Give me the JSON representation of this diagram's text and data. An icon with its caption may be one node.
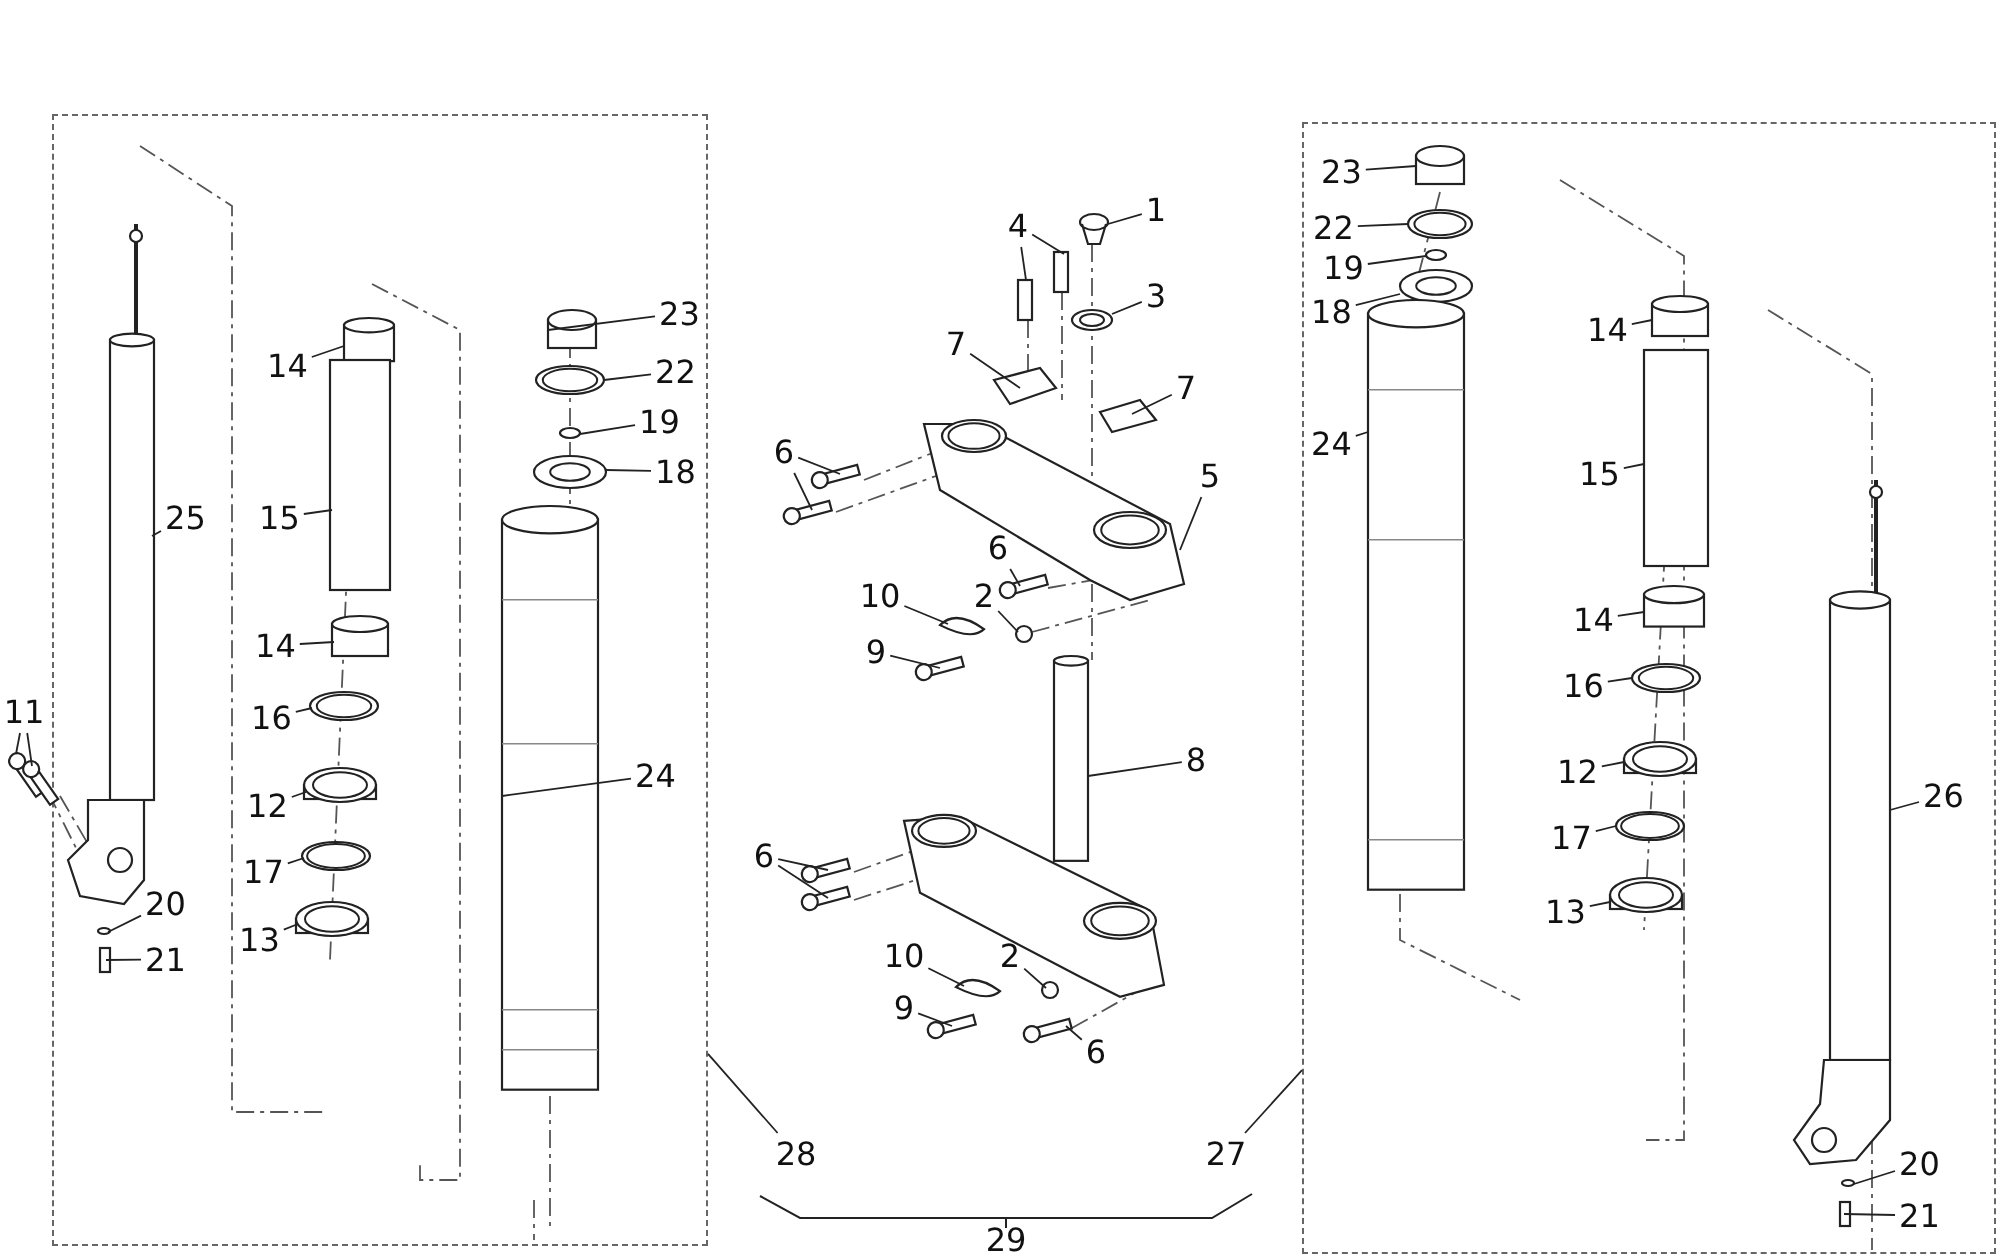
{
  "diagram": {
    "nodes": [
      {
        "text": [],
        "shape": "box"
      },
      {
        "text": [
          "25"
        ],
        "in": 0
      },
      {
        "text": [
          "14"
        ],
        "in": 0
      },
      {
        "text": [
          "15"
        ],
        "in": 0
      },
      {
        "text": [
          "14"
        ],
        "in": 0
      },
      {
        "text": [
          "16"
        ],
        "in": 0
      },
      {
        "text": [
          "12"
        ],
        "in": 0
      },
      {
        "text": [
          "17"
        ],
        "in": 0
      },
      {
        "text": [
          "13"
        ],
        "in": 0
      },
      {
        "text": [
          "24"
        ],
        "in": 0
      },
      {
        "text": [
          "23"
        ],
        "in": 0
      },
      {
        "text": [
          "22"
        ],
        "in": 0
      },
      {
        "text": [
          "19"
        ],
        "in": 0
      },
      {
        "text": [
          "18"
        ],
        "in": 0
      },
      {
        "text": [
          "20"
        ],
        "in": 0
      },
      {
        "text": [
          "21"
        ],
        "in": 0
      },
      {
        "text": [
          "11"
        ]
      },
      {
        "text": [
          "1"
        ]
      },
      {
        "text": [
          "4"
        ]
      },
      {
        "text": [
          "3"
        ]
      },
      {
        "text": [
          "7"
        ]
      },
      {
        "text": [
          "7"
        ]
      },
      {
        "text": [
          "5"
        ]
      },
      {
        "text": [
          "6"
        ]
      },
      {
        "text": [
          "6"
        ]
      },
      {
        "text": [
          "10"
        ]
      },
      {
        "text": [
          "2"
        ]
      },
      {
        "text": [
          "9"
        ]
      },
      {
        "text": [
          "8"
        ]
      },
      {
        "text": [
          "6"
        ]
      },
      {
        "text": [
          "10"
        ]
      },
      {
        "text": [
          "2"
        ]
      },
      {
        "text": [
          "9"
        ]
      },
      {
        "text": [
          "6"
        ]
      },
      {
        "text": [
          "28"
        ]
      },
      {
        "text": [
          "27"
        ]
      },
      {
        "text": [],
        "shape": "box"
      },
      {
        "text": [
          "23"
        ],
        "in": 36
      },
      {
        "text": [
          "22"
        ],
        "in": 36
      },
      {
        "text": [
          "19"
        ],
        "in": 36
      },
      {
        "text": [
          "18"
        ],
        "in": 36
      },
      {
        "text": [
          "24"
        ],
        "in": 36
      },
      {
        "text": [
          "14"
        ],
        "in": 36
      },
      {
        "text": [
          "15"
        ],
        "in": 36
      },
      {
        "text": [
          "14"
        ],
        "in": 36
      },
      {
        "text": [
          "16"
        ],
        "in": 36
      },
      {
        "text": [
          "12"
        ],
        "in": 36
      },
      {
        "text": [
          "17"
        ],
        "in": 36
      },
      {
        "text": [
          "13"
        ],
        "in": 36
      },
      {
        "text": [
          "26"
        ],
        "in": 36
      },
      {
        "text": [
          "20"
        ],
        "in": 36
      },
      {
        "text": [
          "21"
        ],
        "in": 36
      },
      {
        "text": [],
        "shape": "picture",
        "in": 0
      },
      {
        "text": [],
        "shape": "cylinder",
        "in": 0
      },
      {
        "text": [],
        "shape": "box",
        "in": 0
      },
      {
        "text": [],
        "shape": "cylinder",
        "in": 0
      },
      {
        "text": [],
        "shape": "circle",
        "in": 0
      },
      {
        "text": [],
        "shape": "cylinder",
        "in": 0
      },
      {
        "text": [],
        "shape": "circle",
        "in": 0
      },
      {
        "text": [],
        "shape": "cylinder",
        "in": 0
      },
      {
        "text": [],
        "shape": "cylinder",
        "in": 0
      },
      {
        "text": [],
        "shape": "cylinder",
        "in": 0
      },
      {
        "text": [],
        "shape": "circle",
        "in": 0
      },
      {
        "text": [],
        "shape": "circle",
        "in": 0
      },
      {
        "text": [],
        "shape": "circle",
        "in": 0
      },
      {
        "text": [],
        "shape": "circle",
        "in": 0
      },
      {
        "text": [],
        "shape": "bar",
        "in": 0
      },
      {
        "text": [],
        "shape": "bar"
      },
      {
        "text": [],
        "shape": "bar"
      },
      {
        "text": [],
        "shape": "cylinder"
      },
      {
        "text": [],
        "shape": "bar"
      },
      {
        "text": [],
        "shape": "bar"
      },
      {
        "text": [],
        "shape": "circle"
      },
      {
        "text": [],
        "shape": "box"
      },
      {
        "text": [],
        "shape": "box"
      },
      {
        "text": [],
        "shape": "picture"
      },
      {
        "text": [],
        "shape": "bar"
      },
      {
        "text": [],
        "shape": "bar"
      },
      {
        "text": [],
        "shape": "bar"
      },
      {
        "text": [],
        "shape": "circle"
      },
      {
        "text": [],
        "shape": "circle"
      },
      {
        "text": [],
        "shape": "bar"
      },
      {
        "text": [],
        "shape": "picture"
      },
      {
        "text": [],
        "shape": "bar"
      },
      {
        "text": [],
        "shape": "bar"
      },
      {
        "text": [],
        "shape": "circle"
      },
      {
        "text": [],
        "shape": "circle"
      },
      {
        "text": [],
        "shape": "bar"
      },
      {
        "text": [],
        "shape": "bar"
      },
      {
        "text": [],
        "shape": "cylinder",
        "in": 36
      },
      {
        "text": [],
        "shape": "circle",
        "in": 36
      },
      {
        "text": [],
        "shape": "circle",
        "in": 36
      },
      {
        "text": [],
        "shape": "circle",
        "in": 36
      },
      {
        "text": [],
        "shape": "cylinder",
        "in": 36
      },
      {
        "text": [],
        "shape": "cylinder",
        "in": 36
      },
      {
        "text": [],
        "shape": "box",
        "in": 36
      },
      {
        "text": [],
        "shape": "cylinder",
        "in": 36
      },
      {
        "text": [],
        "shape": "circle",
        "in": 36
      },
      {
        "text": [],
        "shape": "cylinder",
        "in": 36
      },
      {
        "text": [],
        "shape": "circle",
        "in": 36
      },
      {
        "text": [],
        "shape": "cylinder",
        "in": 36
      },
      {
        "text": [],
        "shape": "picture",
        "in": 36
      },
      {
        "text": [],
        "shape": "circle",
        "in": 36
      },
      {
        "text": [],
        "shape": "bar",
        "in": 36
      }
    ],
    "edges": [
      {
        "from": 1,
        "to": 52,
        "arrow": "none"
      },
      {
        "from": 2,
        "to": 53,
        "arrow": "none"
      },
      {
        "from": 3,
        "to": 54,
        "arrow": "none"
      },
      {
        "from": 4,
        "to": 55,
        "arrow": "none"
      },
      {
        "from": 5,
        "to": 56,
        "arrow": "none"
      },
      {
        "from": 6,
        "to": 57,
        "arrow": "none"
      },
      {
        "from": 7,
        "to": 58,
        "arrow": "none"
      },
      {
        "from": 8,
        "to": 59,
        "arrow": "none"
      },
      {
        "from": 9,
        "to": 60,
        "arrow": "none"
      },
      {
        "from": 10,
        "to": 61,
        "arrow": "none"
      },
      {
        "from": 11,
        "to": 62,
        "arrow": "none"
      },
      {
        "from": 12,
        "to": 63,
        "arrow": "none"
      },
      {
        "from": 13,
        "to": 64,
        "arrow": "none"
      },
      {
        "from": 14,
        "to": 65,
        "arrow": "none"
      },
      {
        "from": 15,
        "to": 66,
        "arrow": "none"
      },
      {
        "from": 16,
        "to": 67,
        "arrow": "none"
      },
      {
        "from": 16,
        "to": 68,
        "arrow": "none"
      },
      {
        "from": 17,
        "to": 69,
        "arrow": "none"
      },
      {
        "from": 18,
        "to": 70,
        "arrow": "none"
      },
      {
        "from": 18,
        "to": 71,
        "arrow": "none"
      },
      {
        "from": 19,
        "to": 72,
        "arrow": "none"
      },
      {
        "from": 20,
        "to": 73,
        "arrow": "none"
      },
      {
        "from": 21,
        "to": 74,
        "arrow": "none"
      },
      {
        "from": 22,
        "to": 75,
        "arrow": "none"
      },
      {
        "from": 23,
        "to": 76,
        "arrow": "none"
      },
      {
        "from": 23,
        "to": 77,
        "arrow": "none"
      },
      {
        "from": 24,
        "to": 78,
        "arrow": "none"
      },
      {
        "from": 25,
        "to": 79,
        "arrow": "none"
      },
      {
        "from": 26,
        "to": 80,
        "arrow": "none"
      },
      {
        "from": 27,
        "to": 81,
        "arrow": "none"
      },
      {
        "from": 28,
        "to": 82,
        "arrow": "none"
      },
      {
        "from": 29,
        "to": 83,
        "arrow": "none"
      },
      {
        "from": 29,
        "to": 84,
        "arrow": "none"
      },
      {
        "from": 30,
        "to": 85,
        "arrow": "none"
      },
      {
        "from": 31,
        "to": 86,
        "arrow": "none"
      },
      {
        "from": 32,
        "to": 87,
        "arrow": "none"
      },
      {
        "from": 33,
        "to": 88,
        "arrow": "none"
      },
      {
        "from": 34,
        "to": 0,
        "arrow": "none"
      },
      {
        "from": 35,
        "to": 36,
        "arrow": "none"
      },
      {
        "from": 37,
        "to": 89,
        "arrow": "none"
      },
      {
        "from": 38,
        "to": 90,
        "arrow": "none"
      },
      {
        "from": 39,
        "to": 91,
        "arrow": "none"
      },
      {
        "from": 40,
        "to": 92,
        "arrow": "none"
      },
      {
        "from": 41,
        "to": 93,
        "arrow": "none"
      },
      {
        "from": 42,
        "to": 94,
        "arrow": "none"
      },
      {
        "from": 43,
        "to": 95,
        "arrow": "none"
      },
      {
        "from": 44,
        "to": 96,
        "arrow": "none"
      },
      {
        "from": 45,
        "to": 97,
        "arrow": "none"
      },
      {
        "from": 46,
        "to": 98,
        "arrow": "none"
      },
      {
        "from": 47,
        "to": 99,
        "arrow": "none"
      },
      {
        "from": 48,
        "to": 100,
        "arrow": "none"
      },
      {
        "from": 49,
        "to": 101,
        "arrow": "none"
      },
      {
        "from": 50,
        "to": 102,
        "arrow": "none"
      },
      {
        "from": 51,
        "to": 103,
        "arrow": "none"
      }
    ],
    "labels": [
      "29"
    ]
  }
}
